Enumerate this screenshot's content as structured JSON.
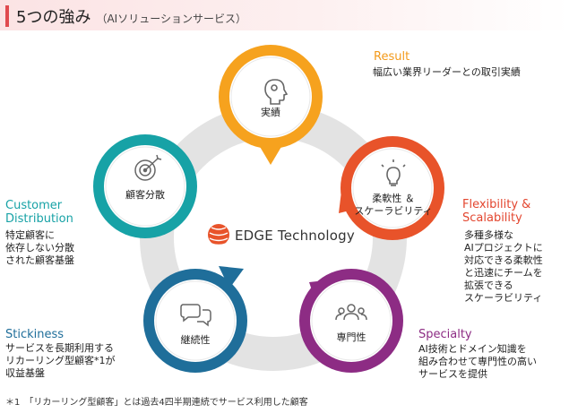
{
  "header": {
    "title": "5つの強み",
    "subtitle": "（AIソリューションサービス）"
  },
  "nodes": [
    {
      "label": "実績",
      "color": "#f6a21e",
      "icon": "head-gear-icon"
    },
    {
      "label_line1": "柔軟性 ＆",
      "label_line2": "スケーラビリティ",
      "color": "#e8532a",
      "icon": "lightbulb-icon"
    },
    {
      "label": "専門性",
      "color": "#8d2c84",
      "icon": "people-group-icon"
    },
    {
      "label": "継続性",
      "color": "#1f6e9a",
      "icon": "speech-bubbles-icon"
    },
    {
      "label": "顧客分散",
      "color": "#17a2a6",
      "icon": "target-icon"
    }
  ],
  "strengths": {
    "result": {
      "heading": "Result",
      "color": "#f39a1a",
      "lines": [
        "幅広い業界リーダーとの取引実績"
      ]
    },
    "flexibility": {
      "heading_line1": "Flexibility &",
      "heading_line2": "Scalability",
      "color": "#e3462f",
      "lines": [
        "多種多様な",
        "AIプロジェクトに",
        "対応できる柔軟性",
        "と迅速にチームを",
        "拡張できる",
        "スケーラビリティ"
      ]
    },
    "specialty": {
      "heading": "Specialty",
      "color": "#8d2c84",
      "lines": [
        "AI技術とドメイン知識を",
        "組み合わせて専門性の高い",
        "サービスを提供"
      ]
    },
    "stickiness": {
      "heading": "Stickiness",
      "color": "#1f6e9a",
      "lines": [
        "サービスを長期利用する",
        "リカーリング型顧客*1が",
        "収益基盤"
      ]
    },
    "customer": {
      "heading_line1": "Customer",
      "heading_line2": "Distribution",
      "color": "#17a2a6",
      "lines": [
        "特定顧客に",
        "依存しない分散",
        "された顧客基盤"
      ]
    }
  },
  "logo": {
    "text": "EDGE Technology",
    "color": "#e8532a"
  },
  "footnote": "＊1　「リカーリング型顧客」とは過去4四半期連続でサービス利用した顧客"
}
